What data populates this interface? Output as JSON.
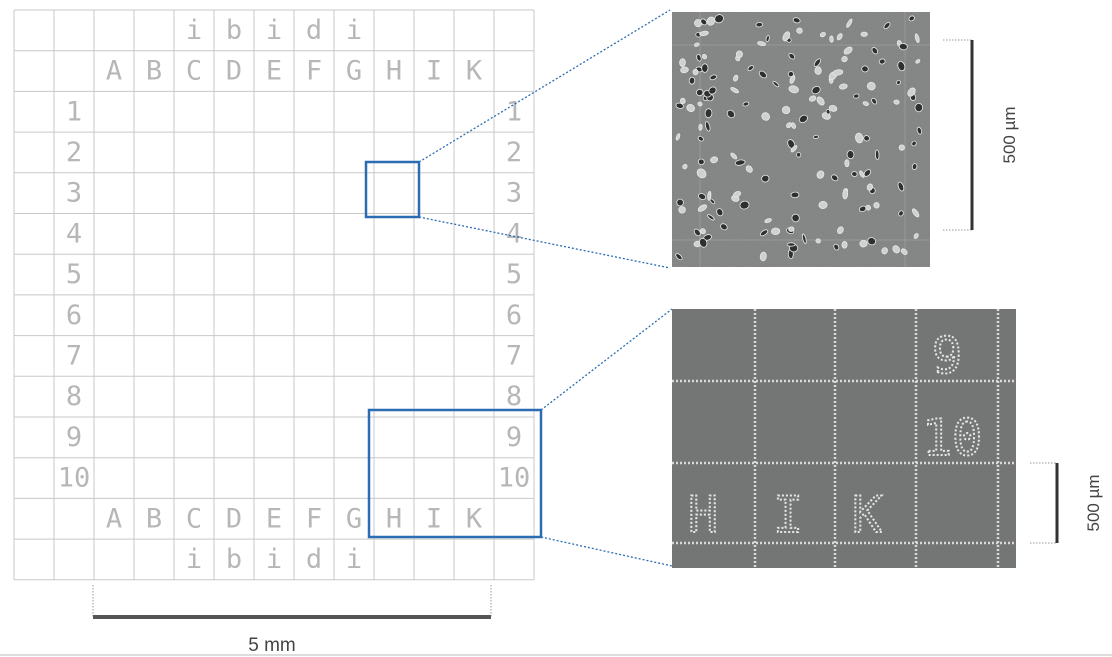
{
  "grid": {
    "top_labels": [
      "i",
      "b",
      "i",
      "d",
      "i"
    ],
    "bottom_labels": [
      "i",
      "b",
      "i",
      "d",
      "i"
    ],
    "columns": [
      "A",
      "B",
      "C",
      "D",
      "E",
      "F",
      "G",
      "H",
      "I",
      "K"
    ],
    "rows": [
      "1",
      "2",
      "3",
      "4",
      "5",
      "6",
      "7",
      "8",
      "9",
      "10"
    ],
    "line_color": "#c8c8c8",
    "label_color": "#b7b7b7"
  },
  "scale_bar_main": {
    "label": "5 mm"
  },
  "inset_top": {
    "description_icon": "cell-micrograph",
    "scale_label": "500 µm"
  },
  "inset_bottom": {
    "grid_labels": [
      "9",
      "10",
      "H",
      "I",
      "K"
    ],
    "scale_label": "500 µm"
  },
  "highlight_color": "#2a6db3"
}
